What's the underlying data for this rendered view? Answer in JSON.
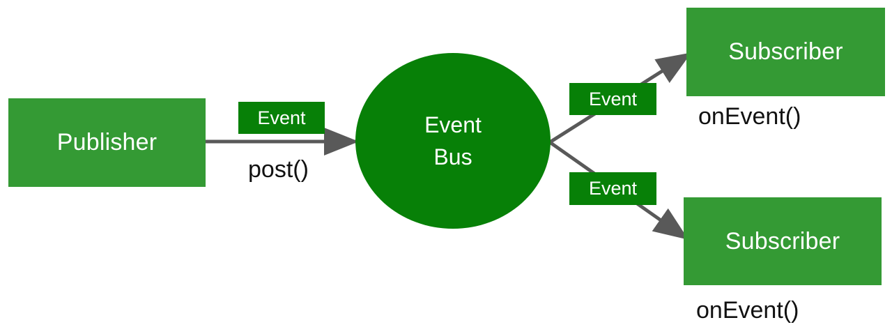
{
  "diagram": {
    "title": "Event Bus publish-subscribe diagram",
    "colors": {
      "node_green": "#349a34",
      "bus_green": "#078007",
      "arrow_gray": "#595959",
      "text_light": "#ffffff",
      "text_dark": "#111111",
      "background": "#ffffff"
    },
    "nodes": {
      "publisher": {
        "label": "Publisher"
      },
      "event_bus": {
        "label_line1": "Event",
        "label_line2": "Bus"
      },
      "subscriber_1": {
        "label": "Subscriber"
      },
      "subscriber_2": {
        "label": "Subscriber"
      }
    },
    "edge_tags": {
      "publisher_to_bus": "Event",
      "bus_to_subscriber_1": "Event",
      "bus_to_subscriber_2": "Event"
    },
    "method_labels": {
      "post": "post()",
      "on_event_1": "onEvent()",
      "on_event_2": "onEvent()"
    },
    "edges": [
      {
        "name": "publisher-to-bus",
        "from": "publisher",
        "to": "event_bus",
        "tag": "Event",
        "method": "post()"
      },
      {
        "name": "bus-to-subscriber-1",
        "from": "event_bus",
        "to": "subscriber_1",
        "tag": "Event",
        "method": "onEvent()"
      },
      {
        "name": "bus-to-subscriber-2",
        "from": "event_bus",
        "to": "subscriber_2",
        "tag": "Event",
        "method": "onEvent()"
      }
    ]
  }
}
